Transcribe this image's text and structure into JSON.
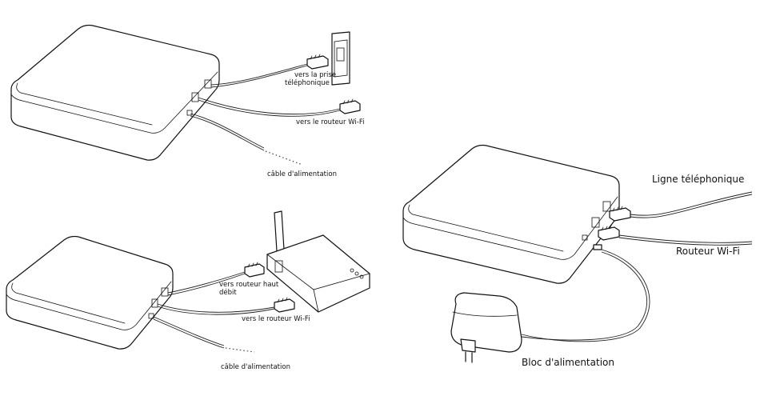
{
  "diagram_top_left": {
    "label_phone_jack": [
      "vers la prise",
      "téléphonique"
    ],
    "label_wifi_router": "vers le routeur Wi-Fi",
    "label_power_cable": "câble d'alimentation"
  },
  "diagram_bottom_left": {
    "label_broadband_router": [
      "vers routeur haut",
      "débit"
    ],
    "label_wifi_router": "vers le routeur Wi-Fi",
    "label_power_cable": "câble d'alimentation"
  },
  "diagram_right": {
    "label_phone_line": "Ligne téléphonique",
    "label_wifi_router": "Routeur Wi-Fi",
    "label_power_brick": "Bloc d'alimentation"
  }
}
